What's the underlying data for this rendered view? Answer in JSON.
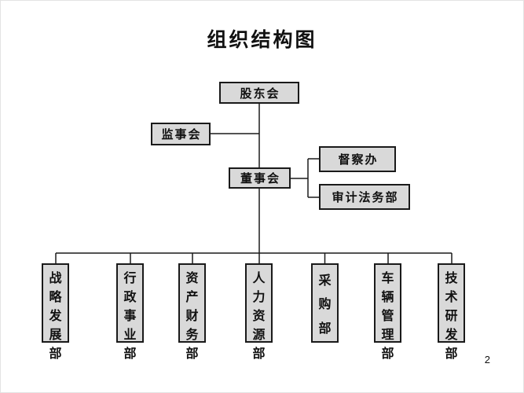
{
  "title": "组织结构图",
  "page_number": "2",
  "colors": {
    "box_fill": "#d9d9d9",
    "box_border": "#1a1a1a",
    "line_color": "#1a1a1a",
    "text_color": "#111111"
  },
  "org_chart": {
    "root": "股东会",
    "nodes": {
      "shareholders_meeting": "股东会",
      "supervisory_board": "监事会",
      "board_of_directors": "董事会",
      "inspection_office": "督察办",
      "audit_legal_dept": "审计法务部"
    },
    "relations": [
      "股东会 → 董事会",
      "监事会 — 股东会/董事会连线",
      "董事会 → 督察办",
      "董事会 → 审计法务部",
      "董事会 → 各部门"
    ],
    "departments": [
      "战略发展部",
      "行政事业部",
      "资产财务部",
      "人力资源部",
      "采购部",
      "车辆管理部",
      "技术研发部"
    ]
  }
}
